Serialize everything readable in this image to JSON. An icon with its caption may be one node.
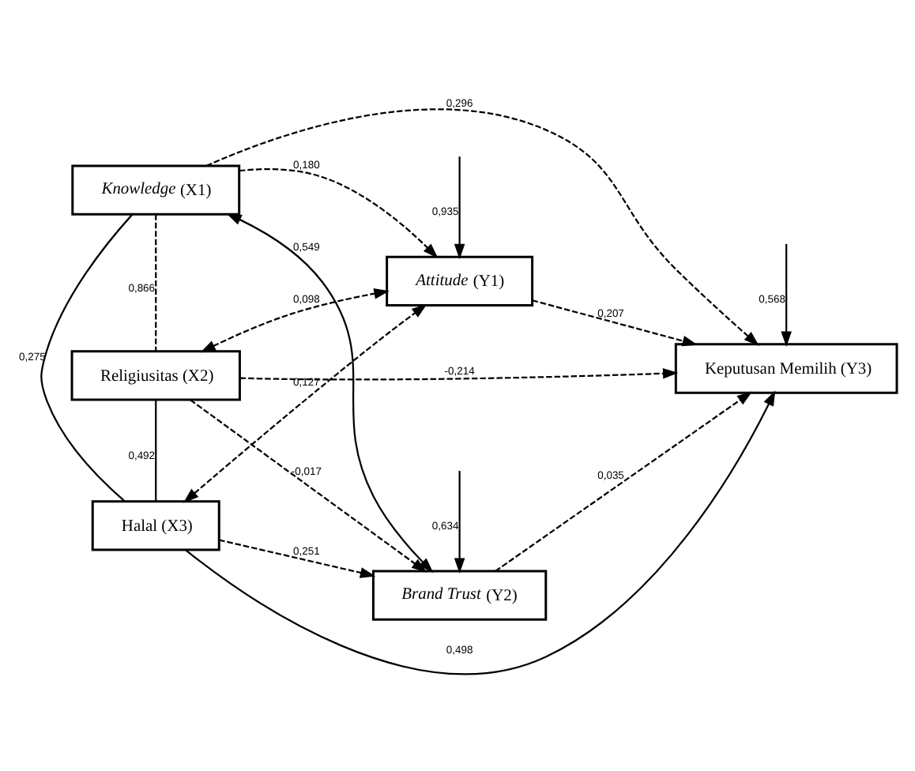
{
  "diagram": {
    "nodes": [
      {
        "text": [
          "*Knowledge* (X1)"
        ]
      },
      {
        "text": [
          "Religiusitas (X2)"
        ]
      },
      {
        "text": [
          "Halal (X3)"
        ]
      },
      {
        "text": [
          "*Attitude* (Y1)"
        ]
      },
      {
        "text": [
          "*Brand Trust* (Y2)"
        ]
      },
      {
        "text": [
          "Keputusan Memilih (Y3)"
        ]
      }
    ],
    "edges": [
      {
        "from": 0,
        "to": 5,
        "arrow": "to",
        "style": "dashed",
        "label": "0,296"
      },
      {
        "from": 0,
        "to": 3,
        "arrow": "to",
        "style": "dashed",
        "label": "0,180"
      },
      {
        "from": 0,
        "to": 4,
        "arrow": "both",
        "label": "0,549"
      },
      {
        "from": 0,
        "to": 1,
        "arrow": "none",
        "style": "dashed",
        "label": "0,866"
      },
      {
        "from": 0,
        "to": 2,
        "arrow": "none",
        "label": "0,275"
      },
      {
        "from": 1,
        "to": 2,
        "arrow": "none",
        "label": "0,492"
      },
      {
        "from": 1,
        "to": 3,
        "arrow": "both",
        "style": "dashed",
        "label": "0,098"
      },
      {
        "from": 1,
        "to": 4,
        "arrow": "to",
        "style": "dashed",
        "label": "-0,017"
      },
      {
        "from": 2,
        "to": 3,
        "arrow": "both",
        "style": "dashed",
        "label": "0,127"
      },
      {
        "from": 2,
        "to": 4,
        "arrow": "to",
        "style": "dashed",
        "label": "0,251"
      },
      {
        "from": 3,
        "to": 5,
        "arrow": "to",
        "style": "dashed",
        "label": "0,207"
      },
      {
        "from": 4,
        "to": 5,
        "arrow": "to",
        "style": "dashed",
        "label": "0,035"
      },
      {
        "from": 2,
        "to": 5,
        "arrow": "to",
        "label": "0,498"
      },
      {
        "from": 1,
        "to": 5,
        "arrow": "to",
        "style": "dashed",
        "label": "-0,214"
      },
      {
        "from": null,
        "to": 3,
        "arrow": "to",
        "label": "0,935"
      },
      {
        "from": null,
        "to": 4,
        "arrow": "to",
        "label": "0,634"
      },
      {
        "from": null,
        "to": 5,
        "arrow": "to",
        "label": "0,568"
      }
    ]
  }
}
